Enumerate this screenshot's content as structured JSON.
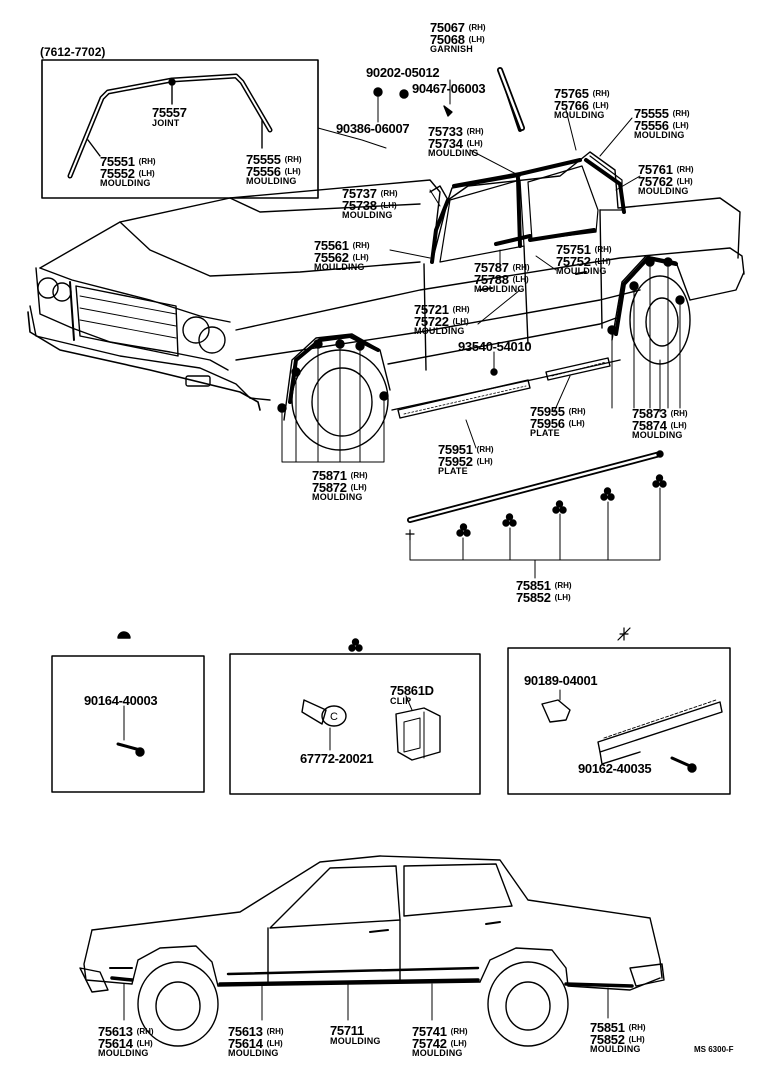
{
  "labels": {
    "range": "(7612-7702)",
    "garnish": {
      "rows": [
        {
          "pn": "75067",
          "side": "(RH)"
        },
        {
          "pn": "75068",
          "side": "(LH)"
        }
      ],
      "name": "GARNISH"
    },
    "p90202": "90202-05012",
    "p90467": "90467-06003",
    "p90386": "90386-06007",
    "joint": {
      "pn": "75557",
      "name": "JOINT"
    },
    "m75551": {
      "rows": [
        {
          "pn": "75551",
          "side": "(RH)"
        },
        {
          "pn": "75552",
          "side": "(LH)"
        }
      ],
      "name": "MOULDING"
    },
    "m75555a": {
      "rows": [
        {
          "pn": "75555",
          "side": "(RH)"
        },
        {
          "pn": "75556",
          "side": "(LH)"
        }
      ],
      "name": "MOULDING"
    },
    "m75765": {
      "rows": [
        {
          "pn": "75765",
          "side": "(RH)"
        },
        {
          "pn": "75766",
          "side": "(LH)"
        }
      ],
      "name": "MOULDING"
    },
    "m75555b": {
      "rows": [
        {
          "pn": "75555",
          "side": "(RH)"
        },
        {
          "pn": "75556",
          "side": "(LH)"
        }
      ],
      "name": "MOULDING"
    },
    "m75733": {
      "rows": [
        {
          "pn": "75733",
          "side": "(RH)"
        },
        {
          "pn": "75734",
          "side": "(LH)"
        }
      ],
      "name": "MOULDING"
    },
    "m75761": {
      "rows": [
        {
          "pn": "75761",
          "side": "(RH)"
        },
        {
          "pn": "75762",
          "side": "(LH)"
        }
      ],
      "name": "MOULDING"
    },
    "m75737": {
      "rows": [
        {
          "pn": "75737",
          "side": "(RH)"
        },
        {
          "pn": "75738",
          "side": "(LH)"
        }
      ],
      "name": "MOULDING"
    },
    "m75561": {
      "rows": [
        {
          "pn": "75561",
          "side": "(RH)"
        },
        {
          "pn": "75562",
          "side": "(LH)"
        }
      ],
      "name": "MOULDING"
    },
    "m75751": {
      "rows": [
        {
          "pn": "75751",
          "side": "(RH)"
        },
        {
          "pn": "75752",
          "side": "(LH)"
        }
      ],
      "name": "MOULDING"
    },
    "m75787": {
      "rows": [
        {
          "pn": "75787",
          "side": "(RH)"
        },
        {
          "pn": "75788",
          "side": "(LH)"
        }
      ],
      "name": "MOULDING"
    },
    "m75721": {
      "rows": [
        {
          "pn": "75721",
          "side": "(RH)"
        },
        {
          "pn": "75722",
          "side": "(LH)"
        }
      ],
      "name": "MOULDING"
    },
    "p93540": "93540-54010",
    "plate75955": {
      "rows": [
        {
          "pn": "75955",
          "side": "(RH)"
        },
        {
          "pn": "75956",
          "side": "(LH)"
        }
      ],
      "name": "PLATE"
    },
    "m75873": {
      "rows": [
        {
          "pn": "75873",
          "side": "(RH)"
        },
        {
          "pn": "75874",
          "side": "(LH)"
        }
      ],
      "name": "MOULDING"
    },
    "plate75951": {
      "rows": [
        {
          "pn": "75951",
          "side": "(RH)"
        },
        {
          "pn": "75952",
          "side": "(LH)"
        }
      ],
      "name": "PLATE"
    },
    "m75871": {
      "rows": [
        {
          "pn": "75871",
          "side": "(RH)"
        },
        {
          "pn": "75872",
          "side": "(LH)"
        }
      ],
      "name": "MOULDING"
    },
    "m75851a": {
      "rows": [
        {
          "pn": "75851",
          "side": "(RH)"
        },
        {
          "pn": "75852",
          "side": "(LH)"
        }
      ]
    },
    "p90164": "90164-40003",
    "clip": {
      "pn": "75861D",
      "name": "CLIP"
    },
    "p67772": "67772-20021",
    "p90189": "90189-04001",
    "p90162": "90162-40035",
    "m75613a": {
      "rows": [
        {
          "pn": "75613",
          "side": "(RH)"
        },
        {
          "pn": "75614",
          "side": "(LH)"
        }
      ],
      "name": "MOULDING"
    },
    "m75613b": {
      "rows": [
        {
          "pn": "75613",
          "side": "(RH)"
        },
        {
          "pn": "75614",
          "side": "(LH)"
        }
      ],
      "name": "MOULDING"
    },
    "m75711": {
      "pn": "75711",
      "name": "MOULDING"
    },
    "m75741": {
      "rows": [
        {
          "pn": "75741",
          "side": "(RH)"
        },
        {
          "pn": "75742",
          "side": "(LH)"
        }
      ],
      "name": "MOULDING"
    },
    "m75851b": {
      "rows": [
        {
          "pn": "75851",
          "side": "(RH)"
        },
        {
          "pn": "75852",
          "side": "(LH)"
        }
      ],
      "name": "MOULDING"
    },
    "ref": "MS 6300-F"
  }
}
